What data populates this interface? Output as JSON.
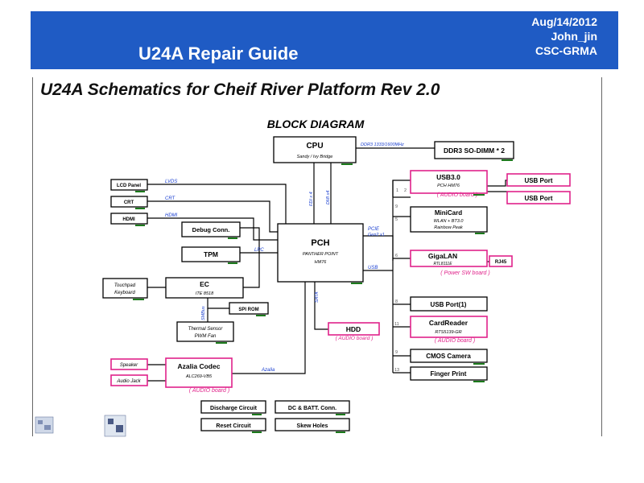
{
  "header": {
    "title": "U24A Repair Guide",
    "date": "Aug/14/2012",
    "author": "John_jin",
    "org": "CSC-GRMA",
    "bg_color": "#1f5bc4"
  },
  "doc_title": "U24A Schematics for Cheif River Platform Rev 2.0",
  "diagram": {
    "heading": "BLOCK DIAGRAM",
    "cpu": {
      "name": "CPU",
      "sub": "Sandy / Ivy Bridge"
    },
    "ddr_link": "DDR3 1333/1600MHz",
    "sodimm": "DDR3 SO-DIMM * 2",
    "fdi_link": "FDI x 4",
    "dmi_link": "DMI x4",
    "pch": {
      "name": "PCH",
      "sub1": "PANTHER POINT",
      "sub2": "HM76"
    },
    "usb3": {
      "name": "USB3.0",
      "sub": "PCH HM76",
      "note": "( AUDIO board )"
    },
    "usb_port_1": "USB Port",
    "usb_port_2": "USB Port",
    "minicard": {
      "name": "MiniCard",
      "sub1": "WLAN + BT3.0",
      "sub2": "Rainbow Peak"
    },
    "gigalan": {
      "name": "GigaLAN",
      "sub": "RTL8111E",
      "note": "( Power SW board )"
    },
    "rj45": "RJ45",
    "pcie_link": "PCIE",
    "pcie_link2": "Gen2 x1",
    "usb_link": "USB",
    "usb_port_right": "USB Port(1)",
    "cardreader": {
      "name": "CardReader",
      "sub": "RTS5139-GR",
      "note": "( AUDIO board )"
    },
    "cmos_camera": "CMOS Camera",
    "finger_print": "Finger Print",
    "lcd_panel": "LCD Panel",
    "crt": "CRT",
    "hdmi": "HDMI",
    "lvds_link": "LVDS",
    "crt_link": "CRT",
    "hdmi_link": "HDMI",
    "debug_conn": "Debug Conn.",
    "tpm": "TPM",
    "lpc_link": "LPC",
    "ec": {
      "name": "EC",
      "sub": "ITE 8518"
    },
    "touchpad": {
      "line1": "Touchpad",
      "line2": "Keyboard"
    },
    "spi_rom": "SPI ROM",
    "smbus_link": "SMBus",
    "thermal": {
      "line1": "Thermal Sensor",
      "line2": "PWM Fan"
    },
    "sata_link": "SATA",
    "hdd": {
      "name": "HDD",
      "note": "( AUDIO board )"
    },
    "azalia": {
      "name": "Azalia Codec",
      "sub": "ALC269-VB5",
      "note": "( AUDIO board )"
    },
    "azalia_link": "Azalia",
    "speaker": "Speaker",
    "audio_jack": "Audio Jack",
    "discharge": "Discharge Circuit",
    "dc_batt": "DC & BATT. Conn.",
    "reset": "Reset Circuit",
    "skew": "Skew Holes",
    "port_nums": {
      "n1": "1",
      "n2": "2",
      "n9a": "9",
      "n5": "5",
      "n6": "6",
      "n8": "8",
      "n11": "11",
      "n9b": "9",
      "n13": "13"
    },
    "colors": {
      "link_text": "#1a3fd0",
      "pink": "#e0228a",
      "green": "#1c7a1c"
    }
  }
}
